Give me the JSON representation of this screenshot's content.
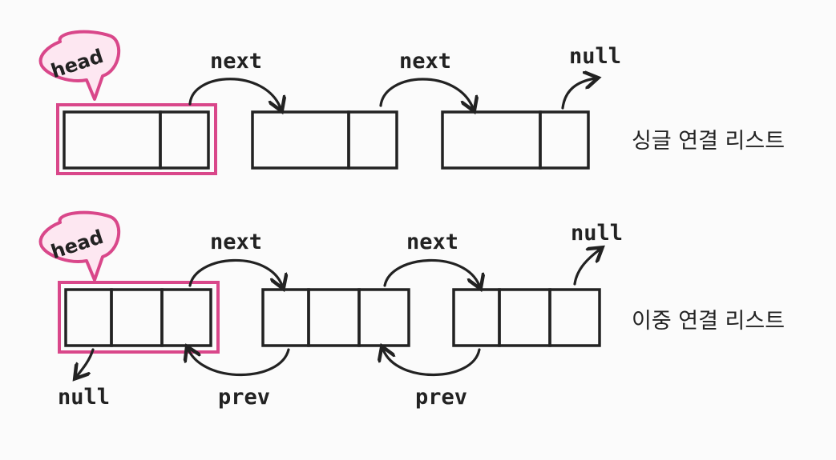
{
  "colors": {
    "highlight": "#d9478a",
    "bubble_fill": "#fde7f1",
    "ink": "#222222",
    "background": "#fbfbfb"
  },
  "singly": {
    "title": "싱글 연결 리스트",
    "head_label": "head",
    "next_labels": [
      "next",
      "next"
    ],
    "tail_null": "null"
  },
  "doubly": {
    "title": "이중 연결 리스트",
    "head_label": "head",
    "next_labels": [
      "next",
      "next"
    ],
    "prev_labels": [
      "prev",
      "prev"
    ],
    "tail_null": "null",
    "head_null": "null"
  }
}
